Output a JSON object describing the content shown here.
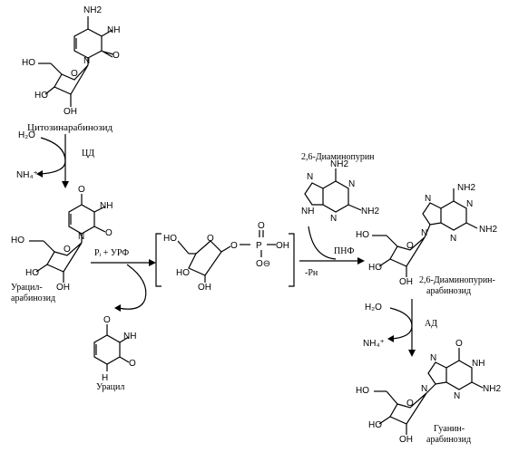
{
  "compounds": {
    "cytosine_arabinoside": "Цитозинарабинозид",
    "uracil_arabinoside_1": "Урацил-",
    "uracil_arabinoside_2": "арабинозид",
    "uracil": "Урацил",
    "diaminopurine": "2,6-Диаминопурин",
    "diaminopurine_arabinoside_1": "2,6-Диаминопурин-",
    "diaminopurine_arabinoside_2": "арабинозид",
    "guanine_arabinoside_1": "Гуанин-",
    "guanine_arabinoside_2": "арабинозид"
  },
  "enzymes": {
    "cd": "ЦД",
    "pnp": "ПНФ",
    "ad": "АД"
  },
  "reagents": {
    "h2o_1": "H₂O",
    "nh4_1": "NH₄⁺",
    "pi_urf": "Pᵢ + УРФ",
    "minus_pn": "-Рн",
    "h2o_2": "H₂O",
    "nh4_2": "NH₄⁺"
  },
  "atoms": {
    "NH2": "NH2",
    "N": "N",
    "NH": "NH",
    "O": "O",
    "HO": "HO",
    "OH": "OH",
    "H": "H",
    "P": "P",
    "Ominus": "O⊖"
  }
}
